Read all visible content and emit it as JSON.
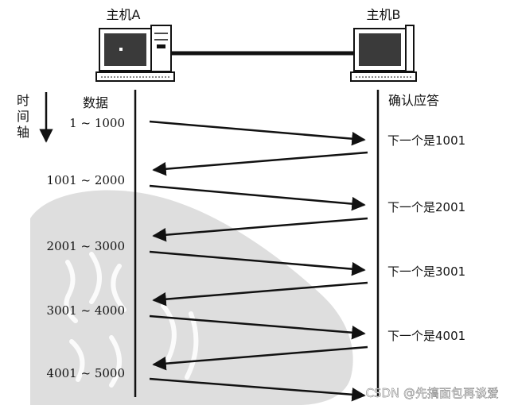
{
  "hosts": {
    "a_label": "主机A",
    "b_label": "主机B"
  },
  "timeline": {
    "axis_label": [
      "时",
      "间",
      "轴"
    ]
  },
  "columns": {
    "data_header": "数据",
    "ack_header": "确认应答"
  },
  "segments": [
    "1 ~ 1000",
    "1001 ~ 2000",
    "2001 ~ 3000",
    "3001 ~ 4000",
    "4001 ~ 5000"
  ],
  "acks": [
    "下一个是1001",
    "下一个是2001",
    "下一个是3001",
    "下一个是4001"
  ],
  "watermark": "CSDN @先搞面包再谈爱",
  "icons": {
    "host_a": "desktop-computer-tower-icon",
    "host_b": "desktop-computer-tower-icon",
    "time_arrow": "arrow-down-icon"
  },
  "colors": {
    "ink": "#111111",
    "backdrop": "#dedede",
    "screen": "#3a3a3a"
  }
}
